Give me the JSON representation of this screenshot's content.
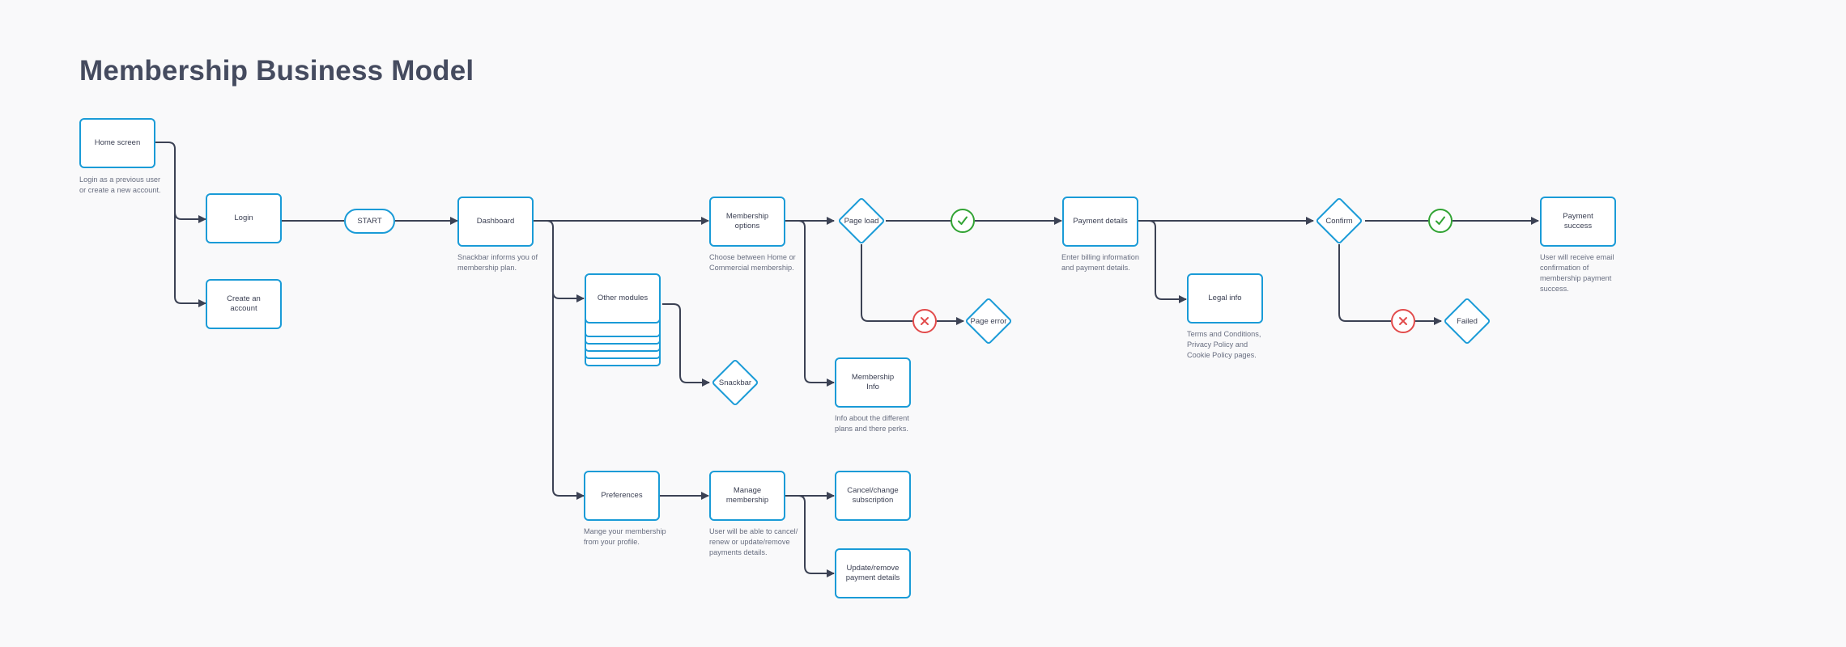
{
  "title": "Membership Business Model",
  "colors": {
    "node_border": "#1a9bd7",
    "connector": "#3c4254",
    "success": "#31a333",
    "error": "#e24b4b"
  },
  "nodes": {
    "home_screen": "Home screen",
    "login": "Login",
    "create_account": "Create an account",
    "start": "START",
    "dashboard": "Dashboard",
    "other_modules": "Other modules",
    "snackbar": "Snackbar",
    "preferences": "Preferences",
    "manage_membership": "Manage membership",
    "membership_options": "Membership options",
    "page_load": "Page load",
    "page_error": "Page error",
    "membership_info": "Membership Info",
    "cancel_change": "Cancel/change subscription",
    "update_remove": "Update/remove payment details",
    "payment_details": "Payment details",
    "legal_info": "Legal info",
    "confirm": "Confirm",
    "failed": "Failed",
    "payment_success": "Payment success"
  },
  "descriptions": {
    "home_screen": "Login as a previous user or create a new account.",
    "dashboard": "Snackbar informs you of membership plan.",
    "membership_options": "Choose between Home or Commercial membership.",
    "membership_info": "Info about the different plans and there perks.",
    "preferences": "Mange your membership from your profile.",
    "manage_membership": "User will be able to cancel/ renew or update/remove payments details.",
    "payment_details": "Enter billing information and payment details.",
    "legal_info": "Terms and Conditions, Privacy Policy and Cookie Policy pages.",
    "payment_success": "User will receive email confirmation of membership payment success."
  },
  "icons": {
    "check": "check-icon",
    "cross": "cross-icon"
  }
}
